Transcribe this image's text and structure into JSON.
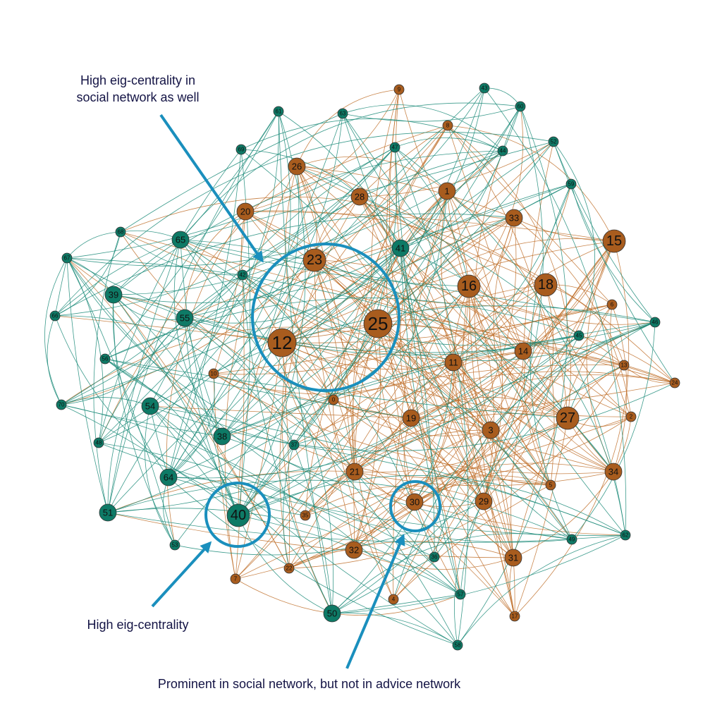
{
  "colors": {
    "advice_node": "#a85c1e",
    "social_node": "#0e7a66",
    "advice_edge": "#c0702c",
    "social_edge": "#1a8a78",
    "highlight": "#1a8fbd",
    "annotation_text": "#141445"
  },
  "annotations": [
    {
      "id": "ann-top",
      "lines": [
        "High eig-centrality in",
        "social network as well"
      ]
    },
    {
      "id": "ann-left",
      "lines": [
        "High eig-centrality"
      ]
    },
    {
      "id": "ann-bottom",
      "lines": [
        "Prominent in social network, but not in advice network"
      ]
    }
  ],
  "nodes": [
    {
      "id": "25",
      "group": "advice",
      "size": 3
    },
    {
      "id": "12",
      "group": "advice",
      "size": 3
    },
    {
      "id": "23",
      "group": "advice",
      "size": 2
    },
    {
      "id": "15",
      "group": "advice",
      "size": 2
    },
    {
      "id": "16",
      "group": "advice",
      "size": 2
    },
    {
      "id": "18",
      "group": "advice",
      "size": 2
    },
    {
      "id": "27",
      "group": "advice",
      "size": 2
    },
    {
      "id": "26",
      "group": "advice",
      "size": 1
    },
    {
      "id": "20",
      "group": "advice",
      "size": 1
    },
    {
      "id": "28",
      "group": "advice",
      "size": 1
    },
    {
      "id": "1",
      "group": "advice",
      "size": 1
    },
    {
      "id": "33",
      "group": "advice",
      "size": 1
    },
    {
      "id": "9",
      "group": "advice",
      "size": 0
    },
    {
      "id": "8",
      "group": "advice",
      "size": 0
    },
    {
      "id": "11",
      "group": "advice",
      "size": 1
    },
    {
      "id": "14",
      "group": "advice",
      "size": 1
    },
    {
      "id": "13",
      "group": "advice",
      "size": 0
    },
    {
      "id": "24",
      "group": "advice",
      "size": 0
    },
    {
      "id": "2",
      "group": "advice",
      "size": 0
    },
    {
      "id": "6",
      "group": "advice",
      "size": 0
    },
    {
      "id": "10",
      "group": "advice",
      "size": 0
    },
    {
      "id": "0",
      "group": "advice",
      "size": 0
    },
    {
      "id": "19",
      "group": "advice",
      "size": 1
    },
    {
      "id": "3",
      "group": "advice",
      "size": 1
    },
    {
      "id": "21",
      "group": "advice",
      "size": 1
    },
    {
      "id": "34",
      "group": "advice",
      "size": 1
    },
    {
      "id": "5",
      "group": "advice",
      "size": 0
    },
    {
      "id": "29",
      "group": "advice",
      "size": 1
    },
    {
      "id": "30",
      "group": "advice",
      "size": 1
    },
    {
      "id": "35",
      "group": "advice",
      "size": 0
    },
    {
      "id": "32",
      "group": "advice",
      "size": 1
    },
    {
      "id": "31",
      "group": "advice",
      "size": 1
    },
    {
      "id": "22",
      "group": "advice",
      "size": 0
    },
    {
      "id": "7",
      "group": "advice",
      "size": 0
    },
    {
      "id": "4",
      "group": "advice",
      "size": 0
    },
    {
      "id": "17",
      "group": "advice",
      "size": 0
    },
    {
      "id": "41",
      "group": "social",
      "size": 1
    },
    {
      "id": "47",
      "group": "social",
      "size": 0
    },
    {
      "id": "44",
      "group": "social",
      "size": 0
    },
    {
      "id": "63",
      "group": "social",
      "size": 0
    },
    {
      "id": "61",
      "group": "social",
      "size": 0
    },
    {
      "id": "69",
      "group": "social",
      "size": 0
    },
    {
      "id": "59",
      "group": "social",
      "size": 0
    },
    {
      "id": "43",
      "group": "social",
      "size": 0
    },
    {
      "id": "60",
      "group": "social",
      "size": 0
    },
    {
      "id": "52",
      "group": "social",
      "size": 0
    },
    {
      "id": "65",
      "group": "social",
      "size": 1
    },
    {
      "id": "42",
      "group": "social",
      "size": 0
    },
    {
      "id": "68",
      "group": "social",
      "size": 0
    },
    {
      "id": "67",
      "group": "social",
      "size": 0
    },
    {
      "id": "39",
      "group": "social",
      "size": 1
    },
    {
      "id": "66",
      "group": "social",
      "size": 0
    },
    {
      "id": "55",
      "group": "social",
      "size": 1
    },
    {
      "id": "56",
      "group": "social",
      "size": 0
    },
    {
      "id": "70",
      "group": "social",
      "size": 0
    },
    {
      "id": "54",
      "group": "social",
      "size": 1
    },
    {
      "id": "48",
      "group": "social",
      "size": 0
    },
    {
      "id": "38",
      "group": "social",
      "size": 1
    },
    {
      "id": "37",
      "group": "social",
      "size": 0
    },
    {
      "id": "64",
      "group": "social",
      "size": 1
    },
    {
      "id": "51",
      "group": "social",
      "size": 1
    },
    {
      "id": "40",
      "group": "social",
      "size": 2
    },
    {
      "id": "53",
      "group": "social",
      "size": 0
    },
    {
      "id": "50",
      "group": "social",
      "size": 1
    },
    {
      "id": "57",
      "group": "social",
      "size": 0
    },
    {
      "id": "58",
      "group": "social",
      "size": 0
    },
    {
      "id": "36",
      "group": "social",
      "size": 0
    },
    {
      "id": "46",
      "group": "social",
      "size": 0
    },
    {
      "id": "45",
      "group": "social",
      "size": 0
    },
    {
      "id": "49",
      "group": "social",
      "size": 0
    },
    {
      "id": "62",
      "group": "social",
      "size": 0
    }
  ],
  "highlights": [
    "23",
    "40",
    "30"
  ]
}
